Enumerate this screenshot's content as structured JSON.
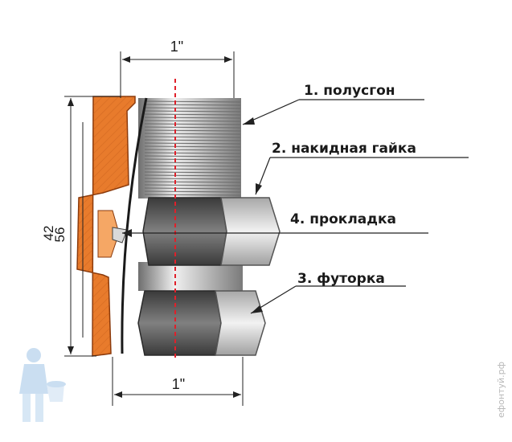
{
  "labels": {
    "callout_1": "1. полусгон",
    "callout_2": "2. накидная гайка",
    "callout_3": "3. футорка",
    "callout_4": "4. прокладка"
  },
  "dimensions": {
    "top_width": "1\"",
    "bottom_width": "1\"",
    "outer_diameter": "56",
    "inner_diameter": "42"
  },
  "watermark": "ефонтуй.рф",
  "colors": {
    "radiator_section": "#e87b2c",
    "radiator_outline": "#8a3a0c",
    "steel_dark": "#5c5c5c",
    "steel_light": "#d8d8d8",
    "axis_line": "#e0202a"
  },
  "icons": {
    "logo": "plumber-mascot-icon"
  }
}
